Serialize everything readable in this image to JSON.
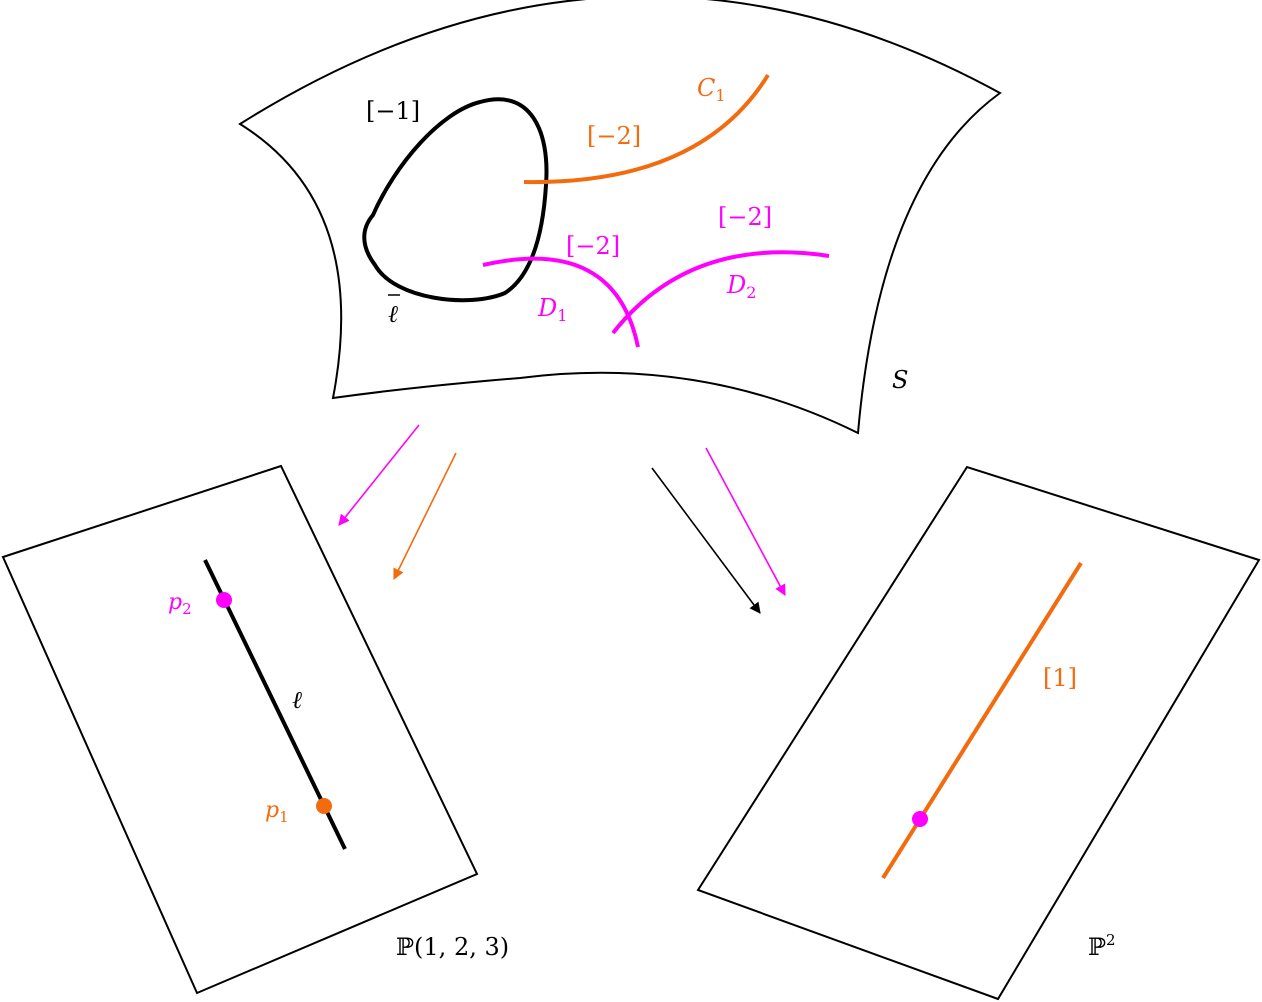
{
  "colors": {
    "black": "#000000",
    "orange": "#f26b0f",
    "magenta": "#ff00ff"
  },
  "surface": {
    "label": "S",
    "curves": {
      "loop": {
        "weight": "[−1]",
        "name": "ℓ"
      },
      "c1": {
        "weight": "[−2]",
        "name_base": "C",
        "name_sub": "1"
      },
      "d1": {
        "weight": "[−2]",
        "name_base": "D",
        "name_sub": "1"
      },
      "d2": {
        "weight": "[−2]",
        "name_base": "D",
        "name_sub": "2"
      }
    }
  },
  "left_plane": {
    "label": "ℙ(1, 2, 3)",
    "line_name": "ℓ",
    "points": [
      {
        "base": "p",
        "sub": "2"
      },
      {
        "base": "p",
        "sub": "1"
      }
    ]
  },
  "right_plane": {
    "label_base": "ℙ",
    "label_sup": "2",
    "line_weight": "[1]"
  }
}
